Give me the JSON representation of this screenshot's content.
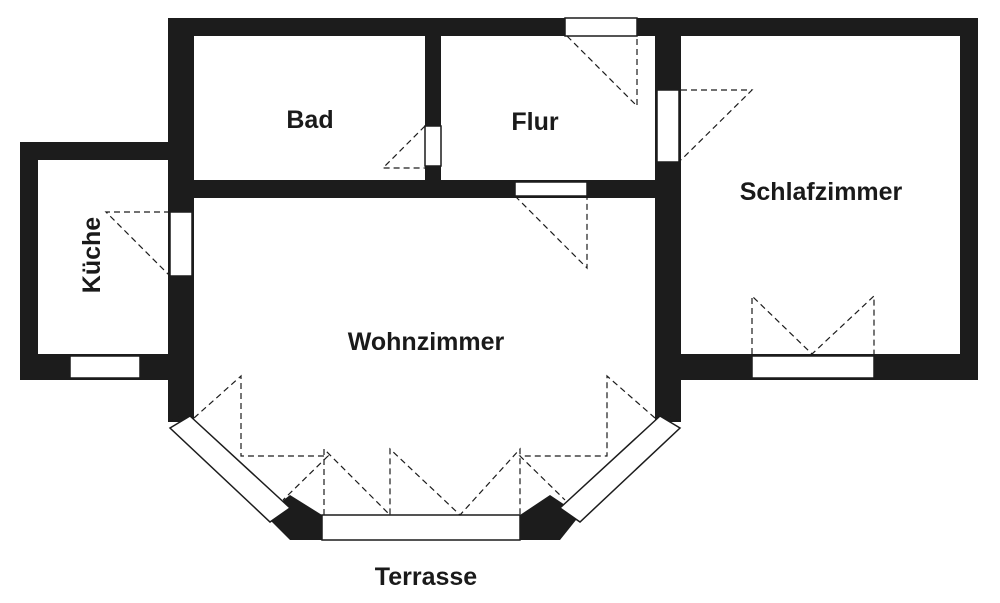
{
  "floorplan": {
    "rooms": {
      "bad": "Bad",
      "flur": "Flur",
      "schlafzimmer": "Schlafzimmer",
      "kueche": "Küche",
      "wohnzimmer": "Wohnzimmer"
    },
    "outside": {
      "terrasse": "Terrasse"
    }
  }
}
